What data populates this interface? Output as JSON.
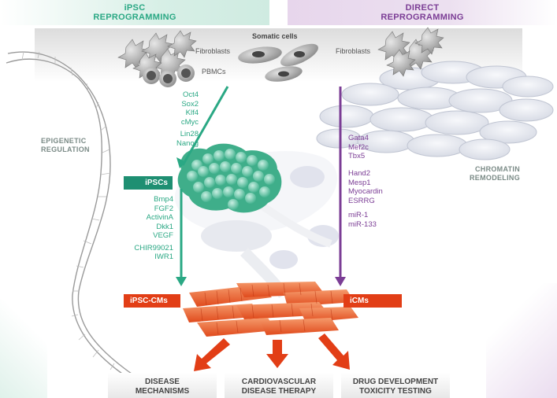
{
  "headers": {
    "ipsc": [
      "iPSC",
      "REPROGRAMMING"
    ],
    "direct": [
      "DIRECT",
      "REPROGRAMMING"
    ]
  },
  "somatic_cells_label": "Somatic cells",
  "fibroblasts_left_label": "Fibroblasts",
  "pbmcs_label": "PBMCs",
  "fibroblasts_right_label": "Fibroblasts",
  "side_labels": {
    "epigenetic": [
      "EPIGENETIC",
      "REGULATION"
    ],
    "chromatin": [
      "CHROMATIN",
      "REMODELING"
    ]
  },
  "ipsc_factors_1": [
    "Oct4",
    "Sox2",
    "Klf4",
    "cMyc",
    "Lin28",
    "Nanog"
  ],
  "ipsc_factors_2": [
    "Bmp4",
    "FGF2",
    "ActivinA",
    "Dkk1",
    "VEGF",
    "CHIR99021",
    "IWR1"
  ],
  "direct_factors_1": [
    "Gata4",
    "Mef2c",
    "Tbx5"
  ],
  "direct_factors_2": [
    "Hand2",
    "Mesp1",
    "Myocardin",
    "ESRRG"
  ],
  "direct_factors_3": [
    "miR-1",
    "miR-133"
  ],
  "tags": {
    "ipscs": "iPSCs",
    "ipsc_cms": "iPSC-CMs",
    "icms": "iCMs"
  },
  "outcomes": {
    "disease": [
      "DISEASE",
      "MECHANISMS"
    ],
    "cardio": [
      "CARDIOVASCULAR",
      "DISEASE THERAPY"
    ],
    "drug": [
      "DRUG DEVELOPMENT",
      "TOXICITY TESTING"
    ]
  },
  "colors": {
    "ipsc_green": "#2aa884",
    "direct_purple": "#7b3d95",
    "cm_red": "#e23e16"
  }
}
